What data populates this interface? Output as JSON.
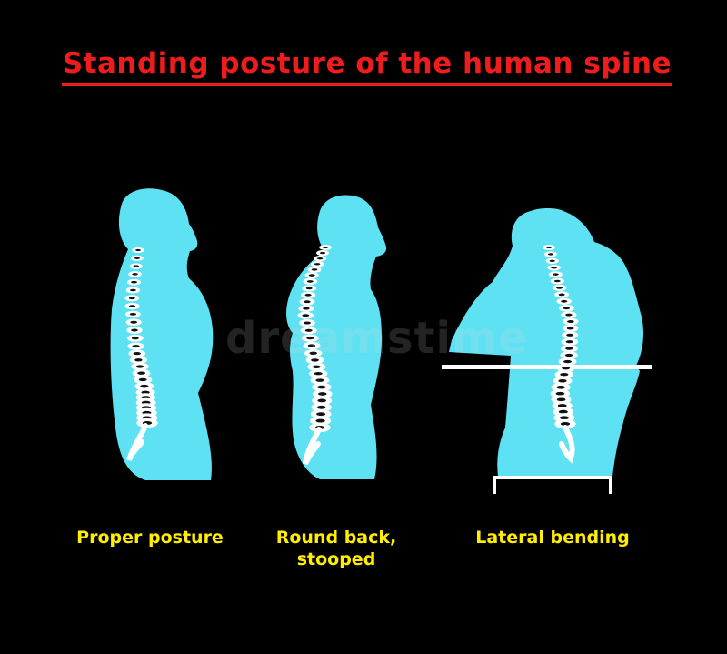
{
  "title": "Standing posture of the human spine",
  "colors": {
    "background": "#000000",
    "title": "#ee1c1c",
    "silhouette": "#5ee2f3",
    "spine": "#ffffff",
    "labels": "#ffee00"
  },
  "figures": [
    {
      "label": "Proper posture",
      "icon": "upright-silhouette-icon"
    },
    {
      "label": "Round back, stooped",
      "icon": "stooped-silhouette-icon"
    },
    {
      "label": "Lateral bending",
      "icon": "seated-back-view-icon"
    }
  ],
  "watermark": "dreamstime"
}
